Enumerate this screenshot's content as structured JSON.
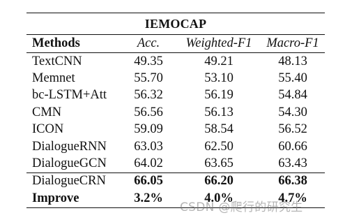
{
  "table": {
    "title": "IEMOCAP",
    "headers": [
      "Methods",
      "Acc.",
      "Weighted-F1",
      "Macro-F1"
    ],
    "rows": [
      {
        "method": "TextCNN",
        "acc": "49.35",
        "weighted_f1": "49.21",
        "macro_f1": "48.13"
      },
      {
        "method": "Memnet",
        "acc": "55.70",
        "weighted_f1": "53.10",
        "macro_f1": "55.40"
      },
      {
        "method": "bc-LSTM+Att",
        "acc": "56.32",
        "weighted_f1": "56.19",
        "macro_f1": "54.84"
      },
      {
        "method": "CMN",
        "acc": "56.56",
        "weighted_f1": "56.13",
        "macro_f1": "54.30"
      },
      {
        "method": "ICON",
        "acc": "59.09",
        "weighted_f1": "58.54",
        "macro_f1": "56.52"
      },
      {
        "method": "DialogueRNN",
        "acc": "63.03",
        "weighted_f1": "62.50",
        "macro_f1": "60.66"
      },
      {
        "method": "DialogueGCN",
        "acc": "64.02",
        "weighted_f1": "63.65",
        "macro_f1": "63.43"
      }
    ],
    "proposed": {
      "method": "DialogueCRN",
      "acc": "66.05",
      "weighted_f1": "66.20",
      "macro_f1": "66.38"
    },
    "improve": {
      "method": "Improve",
      "acc": "3.2%",
      "weighted_f1": "4.0%",
      "macro_f1": "4.7%"
    }
  },
  "watermark": "CSDN @爬行的研究生"
}
